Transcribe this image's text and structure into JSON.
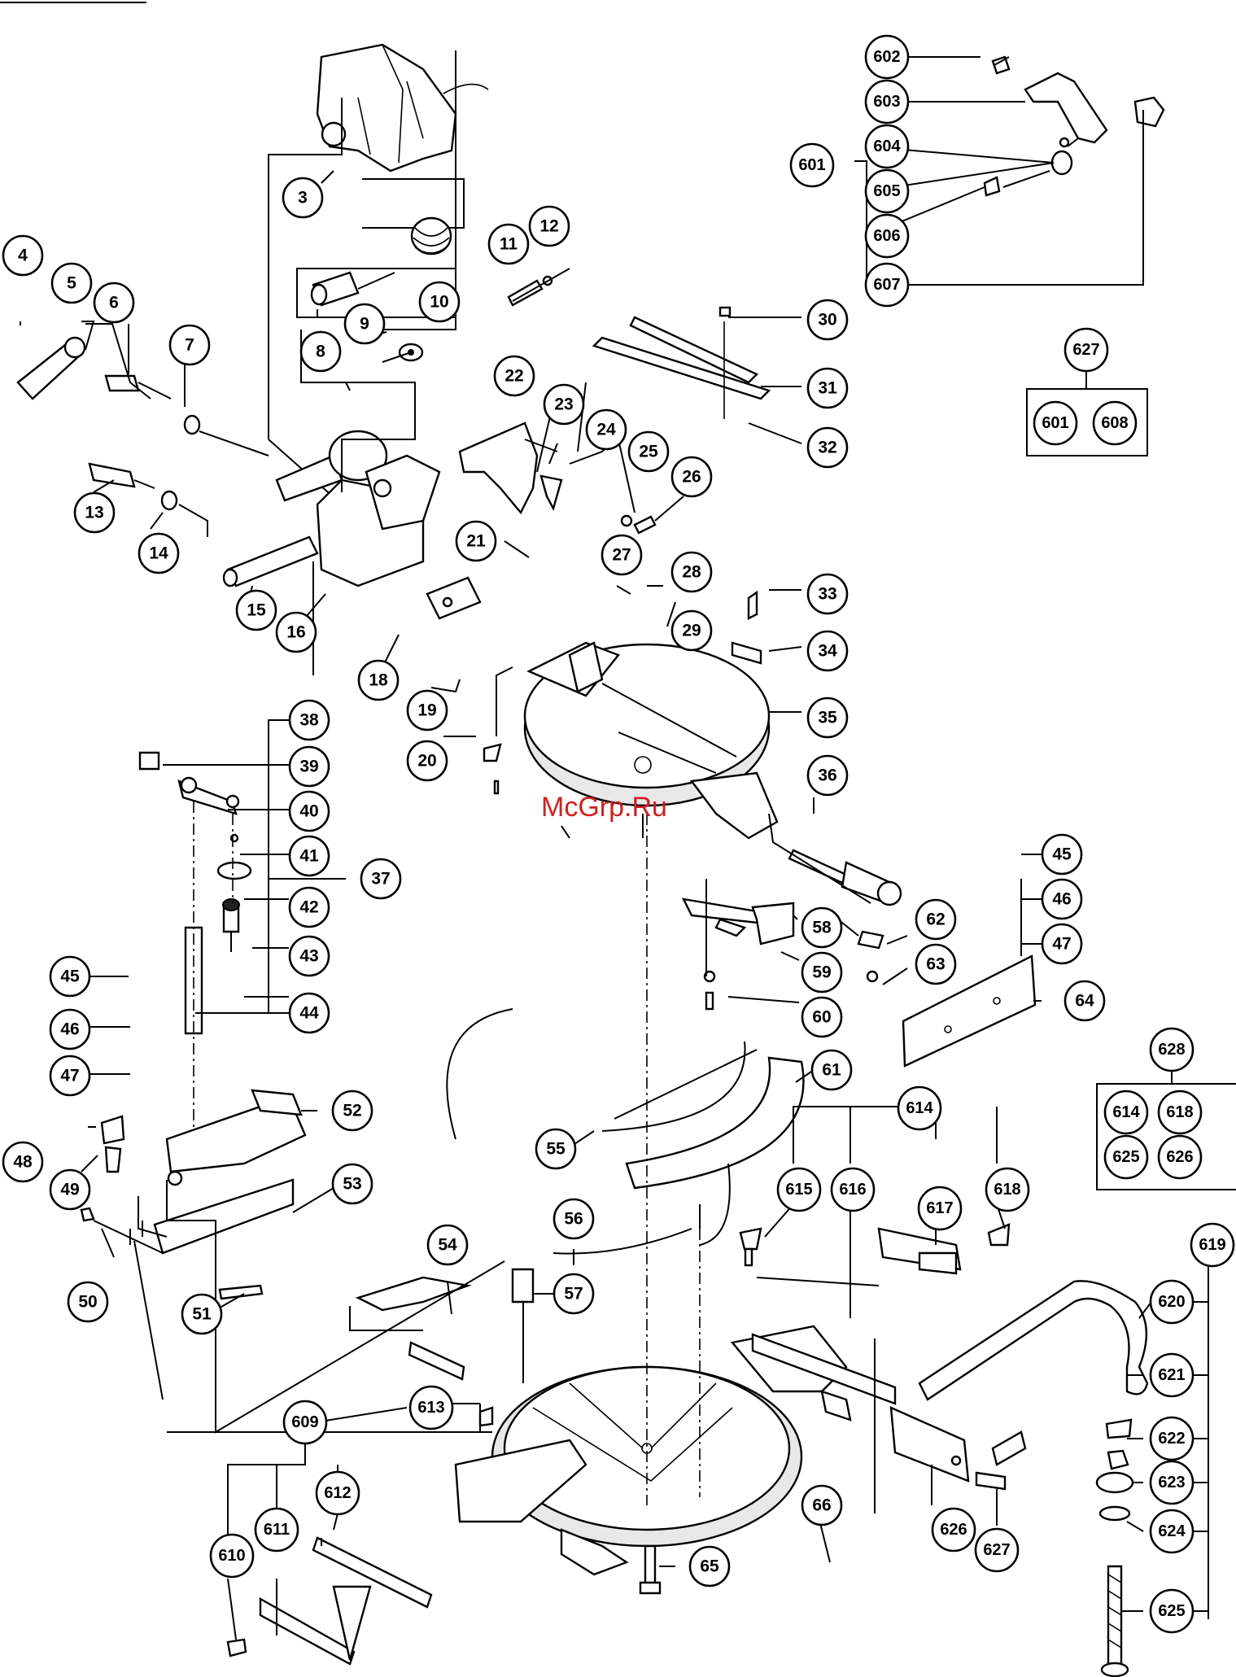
{
  "watermark": "McGrp.Ru",
  "callouts": [
    "3",
    "4",
    "5",
    "6",
    "7",
    "8",
    "9",
    "10",
    "11",
    "12",
    "13",
    "14",
    "15",
    "16",
    "18",
    "19",
    "20",
    "21",
    "22",
    "23",
    "24",
    "25",
    "26",
    "27",
    "28",
    "29",
    "30",
    "31",
    "32",
    "33",
    "34",
    "35",
    "36",
    "37",
    "38",
    "39",
    "40",
    "41",
    "42",
    "43",
    "44",
    "45",
    "46",
    "47",
    "48",
    "49",
    "50",
    "51",
    "52",
    "53",
    "54",
    "55",
    "56",
    "57",
    "58",
    "59",
    "60",
    "61",
    "62",
    "63",
    "64",
    "65",
    "66",
    "601",
    "602",
    "603",
    "604",
    "605",
    "606",
    "607",
    "608",
    "609",
    "610",
    "611",
    "612",
    "613",
    "614",
    "615",
    "616",
    "617",
    "618",
    "619",
    "620",
    "621",
    "622",
    "623",
    "624",
    "625",
    "626",
    "627",
    "628"
  ],
  "kits": {
    "kit_627": {
      "label": "627",
      "contents": [
        "601",
        "608"
      ]
    },
    "kit_628": {
      "label": "628",
      "contents": [
        "614",
        "618",
        "625",
        "626"
      ]
    }
  }
}
